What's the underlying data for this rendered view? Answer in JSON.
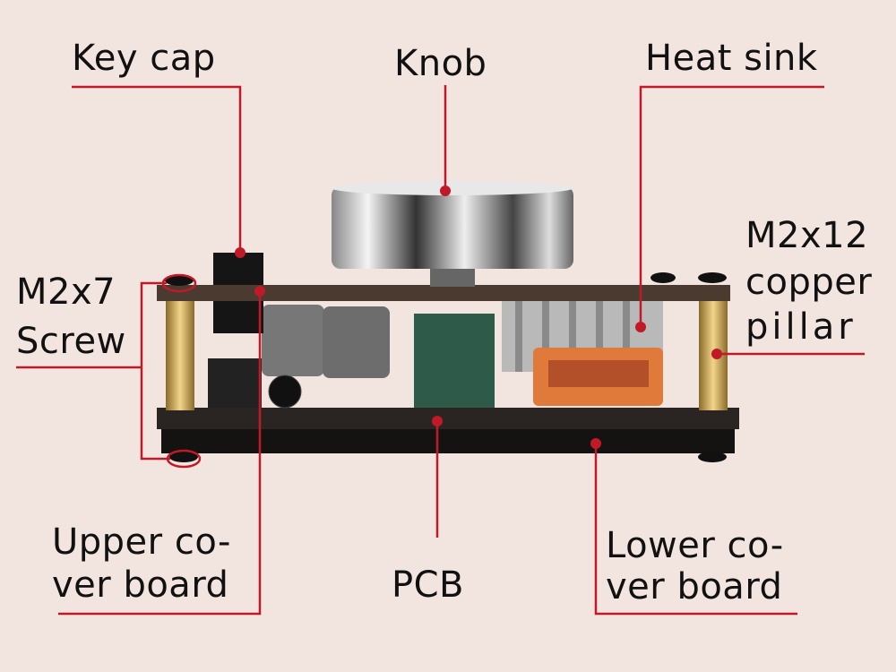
{
  "title": "Board component diagram",
  "colors": {
    "background": "#f2e5df",
    "leader_line": "#c01a28",
    "upper_board": "#4a3a30",
    "pcb": "#2a2522",
    "lower_board": "#151312",
    "pillar": "#d9b25a",
    "knob": "#cfcfcf"
  },
  "labels": {
    "key_cap": "Key cap",
    "knob": "Knob",
    "heat_sink": "Heat sink",
    "m2x12_line1": "M2x12",
    "m2x12_line2": "copper",
    "m2x12_line3": "pillar",
    "m2x7_line1": "M2x7",
    "m2x7_line2": "Screw",
    "upper_line1": "Upper co-",
    "upper_line2": "ver board",
    "pcb": "PCB",
    "lower_line1": "Lower co-",
    "lower_line2": "ver board"
  }
}
